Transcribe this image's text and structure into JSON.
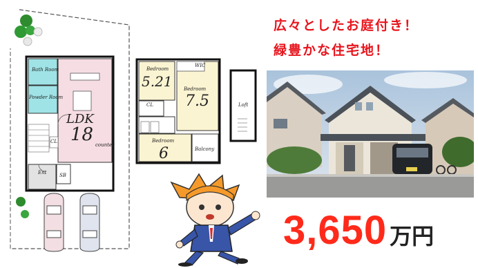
{
  "headline": {
    "line1": "広々としたお庭付き！",
    "line2": "緑豊かな住宅地！"
  },
  "price": {
    "amount": "3,650",
    "unit": "万円"
  },
  "floor1": {
    "ldk_label": "LDK",
    "ldk_size": "18",
    "bath": "Bath Room",
    "powder": "Powder Room",
    "ent": "Ent",
    "sb": "SB",
    "cl": "CL",
    "counter": "counter"
  },
  "floor2": {
    "bedroom_a_label": "Bedroom",
    "bedroom_a_size": "5.21",
    "bedroom_b_label": "Bedroom",
    "bedroom_b_size": "7.5",
    "bedroom_c_label": "Bedroom",
    "bedroom_c_size": "6",
    "balcony": "Balcony",
    "cl": "CL",
    "wic": "WIC"
  },
  "loft": {
    "label": "Loft"
  },
  "colors": {
    "headline": "#e8141c",
    "price": "#ff2a1a",
    "ldk_fill": "#f6dde3",
    "bath_fill": "#9fe3e6",
    "bedroom_fill": "#fbf4d2"
  }
}
